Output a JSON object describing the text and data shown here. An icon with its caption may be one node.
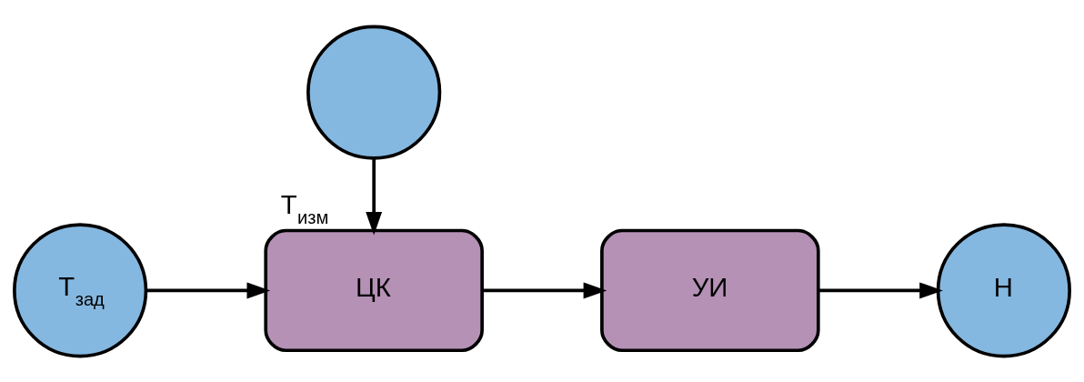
{
  "diagram": {
    "nodes": [
      {
        "text": [
          "Т$_{зад}$"
        ]
      },
      {
        "text": [
          "ЦК"
        ]
      },
      {
        "text": [
          "УИ"
        ]
      },
      {
        "text": [],
        "shape": "circle"
      },
      {
        "text": [
          "Н"
        ]
      }
    ],
    "edges": [
      {
        "from": 0,
        "to": 1,
        "arrow": "to"
      },
      {
        "from": 1,
        "to": 2,
        "arrow": "to"
      },
      {
        "from": 2,
        "to": 4,
        "arrow": "to"
      },
      {
        "from": 3,
        "to": 1,
        "arrow": "to",
        "label": "Т$_{изм}$"
      }
    ]
  }
}
